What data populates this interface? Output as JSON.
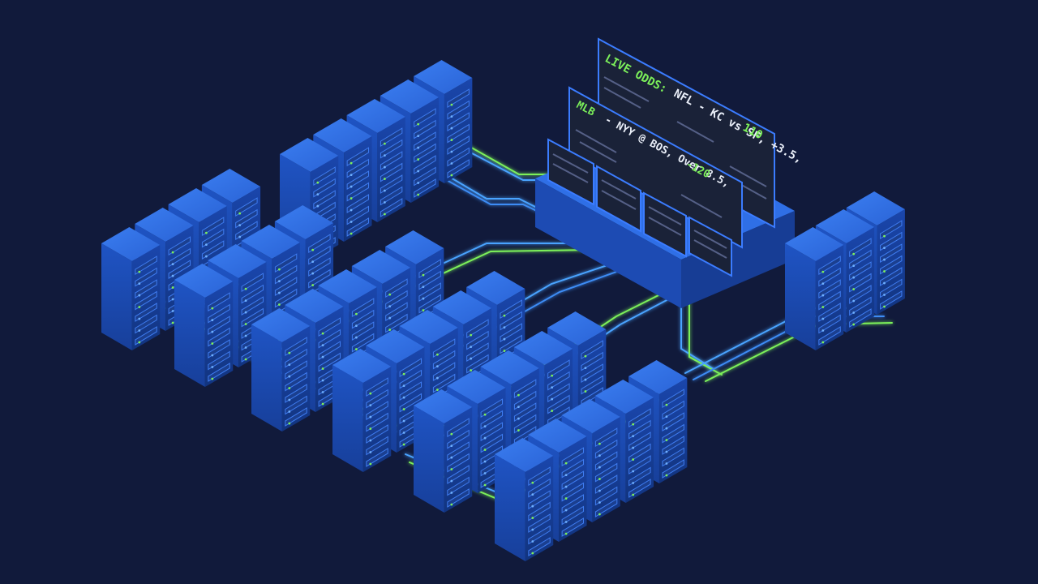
{
  "colors": {
    "background": "#111a3b",
    "rack_top": "#2f6fe6",
    "rack_left": "#1d4bb3",
    "rack_right": "#173d95",
    "cable_blue": "#4aa3ff",
    "cable_green": "#7cf05a",
    "panel_bg": "#1a2238",
    "panel_border": "#3b7cff",
    "text_white": "#e9eef8",
    "text_green": "#7cf05a"
  },
  "panels": {
    "nfl": {
      "label": "LIVE ODDS:",
      "text": "NFL - KC vs SF, +3.5,",
      "odds": "110"
    },
    "mlb": {
      "label": "MLB",
      "text": "- NYY @ BOS, Over 8.5,",
      "odds": "-120"
    }
  },
  "icons": {
    "rack": "server-rack-icon",
    "monitor": "odds-monitor-icon"
  }
}
